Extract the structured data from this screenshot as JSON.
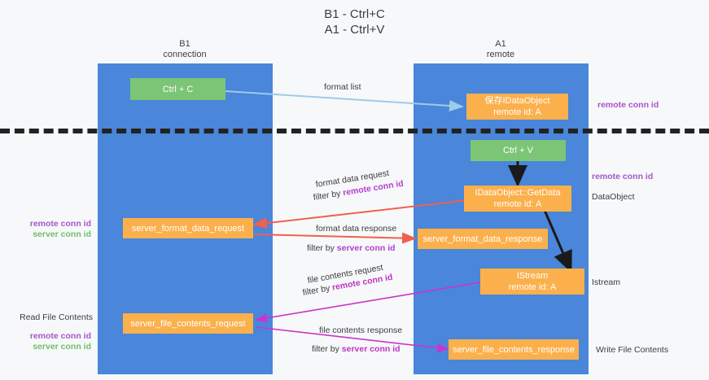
{
  "title": {
    "line1": "B1 - Ctrl+C",
    "line2": "A1 - Ctrl+V"
  },
  "columns": [
    {
      "name": "B1",
      "subtitle": "connection"
    },
    {
      "name": "A1",
      "subtitle": "remote"
    }
  ],
  "nodes": {
    "ctrl_c": {
      "label": "Ctrl + C",
      "color": "#7cc576"
    },
    "save_idataobject": {
      "line1": "保存IDataObject",
      "line2": "remote id: A",
      "color": "#fbb04c"
    },
    "ctrl_v": {
      "label": "Ctrl + V",
      "color": "#7cc576"
    },
    "getdata": {
      "line1": "IDataObject::GetData",
      "line2": "remote id: A",
      "color": "#fbb04c"
    },
    "server_format_data_request": {
      "label": "server_format_data_request",
      "color": "#fbb04c"
    },
    "server_format_data_response": {
      "label": "server_format_data_response",
      "color": "#fbb04c"
    },
    "istream": {
      "line1": "IStream",
      "line2": "remote id: A",
      "color": "#fbb04c"
    },
    "server_file_contents_request": {
      "label": "server_file_contents_request",
      "color": "#fbb04c"
    },
    "server_file_contents_response": {
      "label": "server_file_contents_response",
      "color": "#fbb04c"
    }
  },
  "edges": {
    "format_list": {
      "label": "format list"
    },
    "format_data_request": {
      "label": "format data request",
      "filter_prefix": "filter by ",
      "filter_key": "remote conn id"
    },
    "format_data_response": {
      "label": "format data response",
      "filter_prefix": "filter by ",
      "filter_key": "server conn id"
    },
    "file_contents_request": {
      "label": "file contents request",
      "filter_prefix": "filter by ",
      "filter_key": "remote conn id"
    },
    "file_contents_response": {
      "label": "file contents response",
      "filter_prefix": "filter by ",
      "filter_key": "server conn id"
    }
  },
  "annotations": {
    "right_remote_conn_id_top": "remote conn id",
    "right_remote_conn_id_mid": "remote conn id",
    "right_dataobject": "DataObject",
    "right_istream": "Istream",
    "right_write_file_contents": "Write File Contents",
    "left_remote_conn_id_mid": "remote conn id",
    "left_server_conn_id_mid": "server conn id",
    "left_read_file_contents": "Read File Contents",
    "left_remote_conn_id_bottom": "remote conn id",
    "left_server_conn_id_bottom": "server conn id"
  },
  "colors": {
    "lane": "#4a86d9",
    "green_node": "#7cc576",
    "orange_node": "#fbb04c",
    "purple_text": "#a855c8",
    "green_text": "#6fbf6a",
    "red_arrow": "#f0604d",
    "magenta_arrow": "#cc33cc",
    "light_blue_arrow": "#9ecbe8",
    "black_arrow": "#1a1a1a",
    "background": "#f7f8fa"
  }
}
